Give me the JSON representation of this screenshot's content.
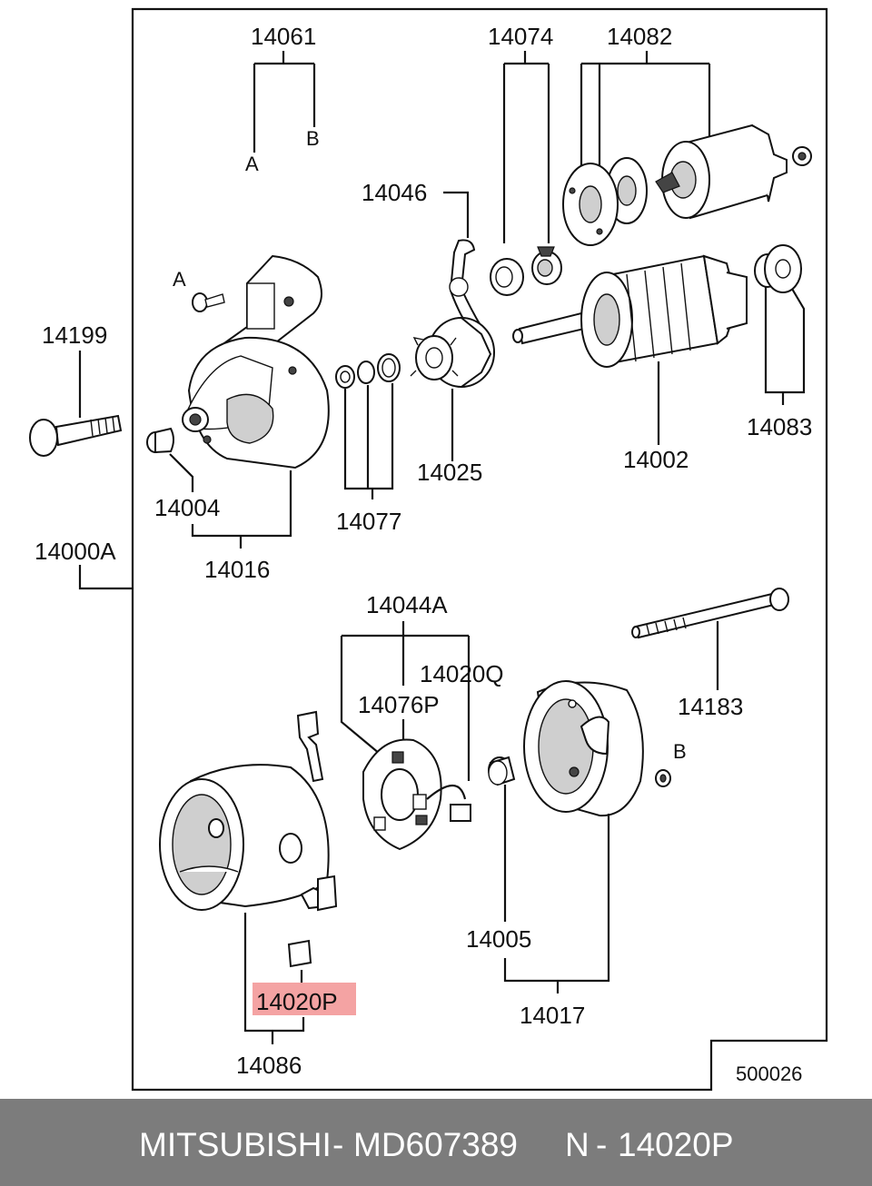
{
  "diagram": {
    "figure_number": "500026",
    "labels": {
      "p14061": "14061",
      "a_ref": "A",
      "b_ref": "B",
      "p14074": "14074",
      "p14082": "14082",
      "p14046": "14046",
      "p14199": "14199",
      "screw_a": "A",
      "p14004": "14004",
      "p14016": "14016",
      "p14077": "14077",
      "p14025": "14025",
      "p14002": "14002",
      "p14083": "14083",
      "p14000A": "14000A",
      "p14044A": "14044A",
      "p14020Q": "14020Q",
      "p14076P": "14076P",
      "p14183": "14183",
      "nut_b": "B",
      "p14005": "14005",
      "p14017": "14017",
      "p14020P": "14020P",
      "p14086": "14086"
    },
    "highlight_color": "#f4a3a3"
  },
  "footer": {
    "brand": "MITSUBISHI",
    "separator": "-",
    "part_number": "MD607389",
    "n_prefix": "N",
    "n_separator": "-",
    "n_code": "14020P"
  }
}
